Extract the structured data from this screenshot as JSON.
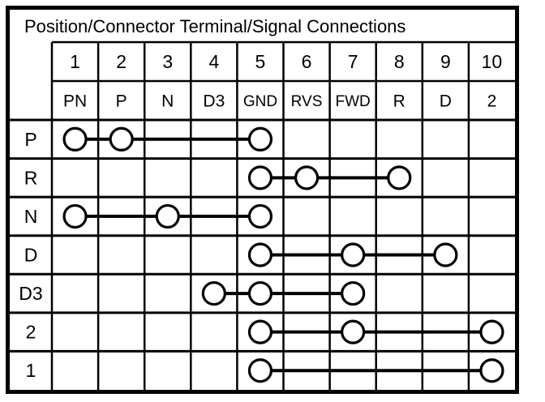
{
  "title": "Position/Connector Terminal/Signal Connections",
  "colors": {
    "ink": "#000000",
    "paper": "#ffffff"
  },
  "header": {
    "terminal_numbers": [
      "1",
      "2",
      "3",
      "4",
      "5",
      "6",
      "7",
      "8",
      "9",
      "10"
    ],
    "signal_names": [
      "PN",
      "P",
      "N",
      "D3",
      "GND",
      "RVS",
      "FWD",
      "R",
      "D",
      "2"
    ]
  },
  "rows": [
    {
      "position": "P",
      "connected_terminals": [
        1,
        2,
        5
      ]
    },
    {
      "position": "R",
      "connected_terminals": [
        5,
        6,
        8
      ]
    },
    {
      "position": "N",
      "connected_terminals": [
        1,
        3,
        5
      ]
    },
    {
      "position": "D",
      "connected_terminals": [
        5,
        7,
        9
      ]
    },
    {
      "position": "D3",
      "connected_terminals": [
        4,
        5,
        7
      ]
    },
    {
      "position": "2",
      "connected_terminals": [
        5,
        7,
        10
      ]
    },
    {
      "position": "1",
      "connected_terminals": [
        5,
        10
      ]
    }
  ],
  "chart_data": {
    "type": "table",
    "title": "Position/Connector Terminal/Signal Connections",
    "columns_terminal_numbers": [
      "1",
      "2",
      "3",
      "4",
      "5",
      "6",
      "7",
      "8",
      "9",
      "10"
    ],
    "columns_signal_names": [
      "PN",
      "P",
      "N",
      "D3",
      "GND",
      "RVS",
      "FWD",
      "R",
      "D",
      "2"
    ],
    "row_positions": [
      "P",
      "R",
      "N",
      "D",
      "D3",
      "2",
      "1"
    ],
    "connections": [
      {
        "position": "P",
        "terminals": [
          1,
          2,
          5
        ]
      },
      {
        "position": "R",
        "terminals": [
          5,
          6,
          8
        ]
      },
      {
        "position": "N",
        "terminals": [
          1,
          3,
          5
        ]
      },
      {
        "position": "D",
        "terminals": [
          5,
          7,
          9
        ]
      },
      {
        "position": "D3",
        "terminals": [
          4,
          5,
          7
        ]
      },
      {
        "position": "2",
        "terminals": [
          5,
          7,
          10
        ]
      },
      {
        "position": "1",
        "terminals": [
          5,
          10
        ]
      }
    ],
    "legend_position": "none",
    "grid": true
  }
}
